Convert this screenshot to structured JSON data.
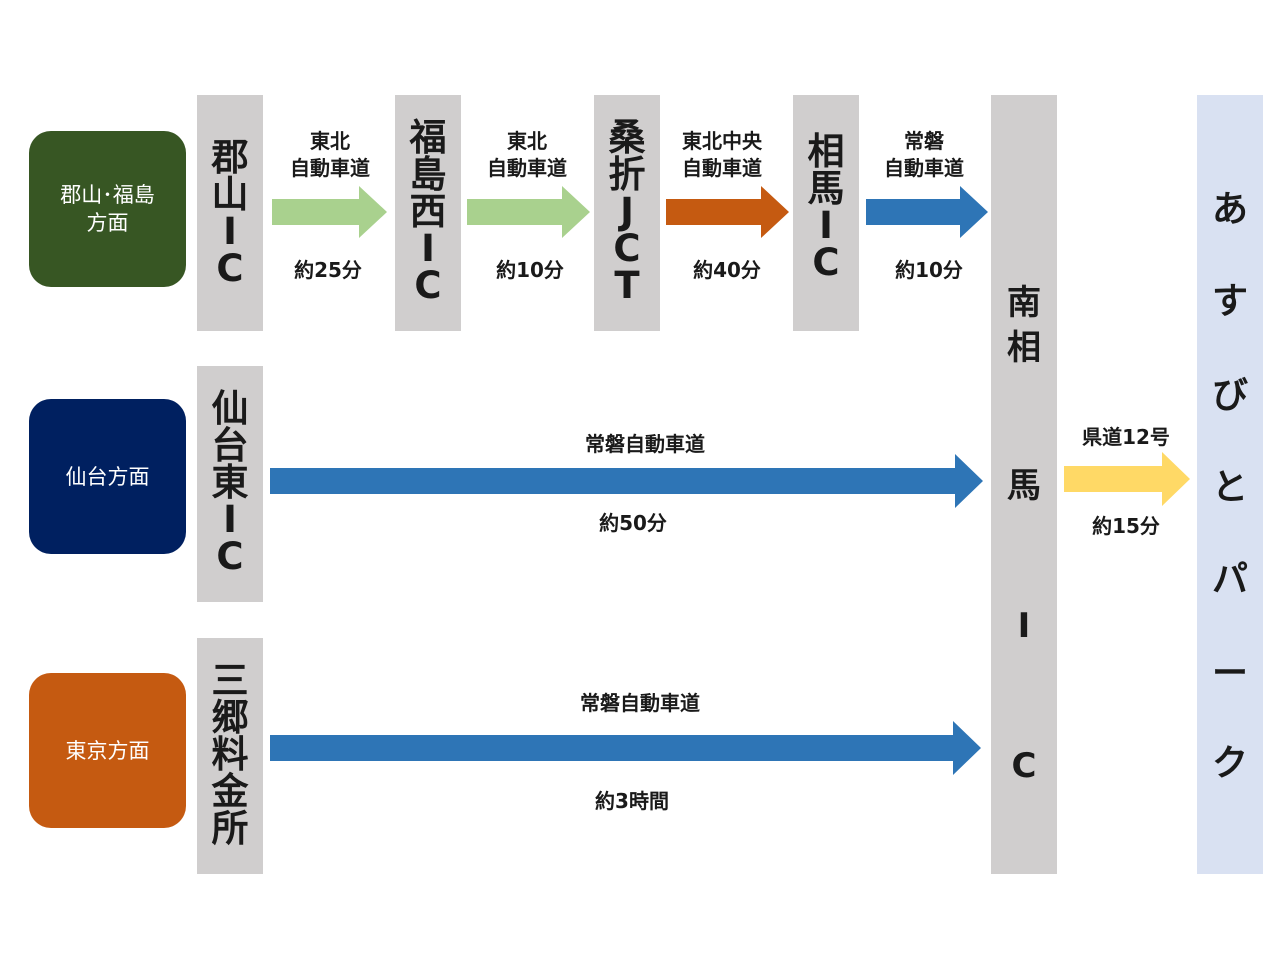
{
  "origins": {
    "koriyama": "郡山･福島\n方面",
    "sendai": "仙台方面",
    "tokyo": "東京方面"
  },
  "nodes": {
    "koriyama_ic": [
      "郡",
      "山",
      "I",
      "C"
    ],
    "fukushima_nishi_ic": [
      "福",
      "島",
      "西",
      "I",
      "C"
    ],
    "kuwaori_jct": [
      "桑",
      "折",
      "J",
      "C",
      "T"
    ],
    "soma_ic": [
      "相",
      "馬",
      "I",
      "C"
    ],
    "sendai_higashi_ic": [
      "仙",
      "台",
      "東",
      "I",
      "C"
    ],
    "misato_tollgate": [
      "三",
      "郷",
      "料",
      "金",
      "所"
    ],
    "minami_soma_ic": [
      "南",
      "相",
      "馬",
      "I",
      "C"
    ],
    "destination": [
      "あ",
      "す",
      "び",
      "と",
      "パ",
      "ー",
      "ク"
    ]
  },
  "segments": {
    "seg1": {
      "road": "東北\n自動車道",
      "time": "約25分"
    },
    "seg2": {
      "road": "東北\n自動車道",
      "time": "約10分"
    },
    "seg3": {
      "road": "東北中央\n自動車道",
      "time": "約40分"
    },
    "seg4": {
      "road": "常磐\n自動車道",
      "time": "約10分"
    },
    "sendai_route": {
      "road": "常磐自動車道",
      "time": "約50分"
    },
    "tokyo_route": {
      "road": "常磐自動車道",
      "time": "約3時間"
    },
    "final": {
      "road": "県道12号",
      "time": "約15分"
    }
  },
  "colors": {
    "koriyama_origin": "#375623",
    "sendai_origin": "#002060",
    "tokyo_origin": "#c55a11",
    "node_box": "#d0cece",
    "destination_box": "#d9e1f2",
    "tohoku_arrow": "#a9d18e",
    "tohoku_chuo_arrow": "#c55a11",
    "joban_arrow": "#2e75b6",
    "prefectural_arrow": "#ffd966"
  }
}
